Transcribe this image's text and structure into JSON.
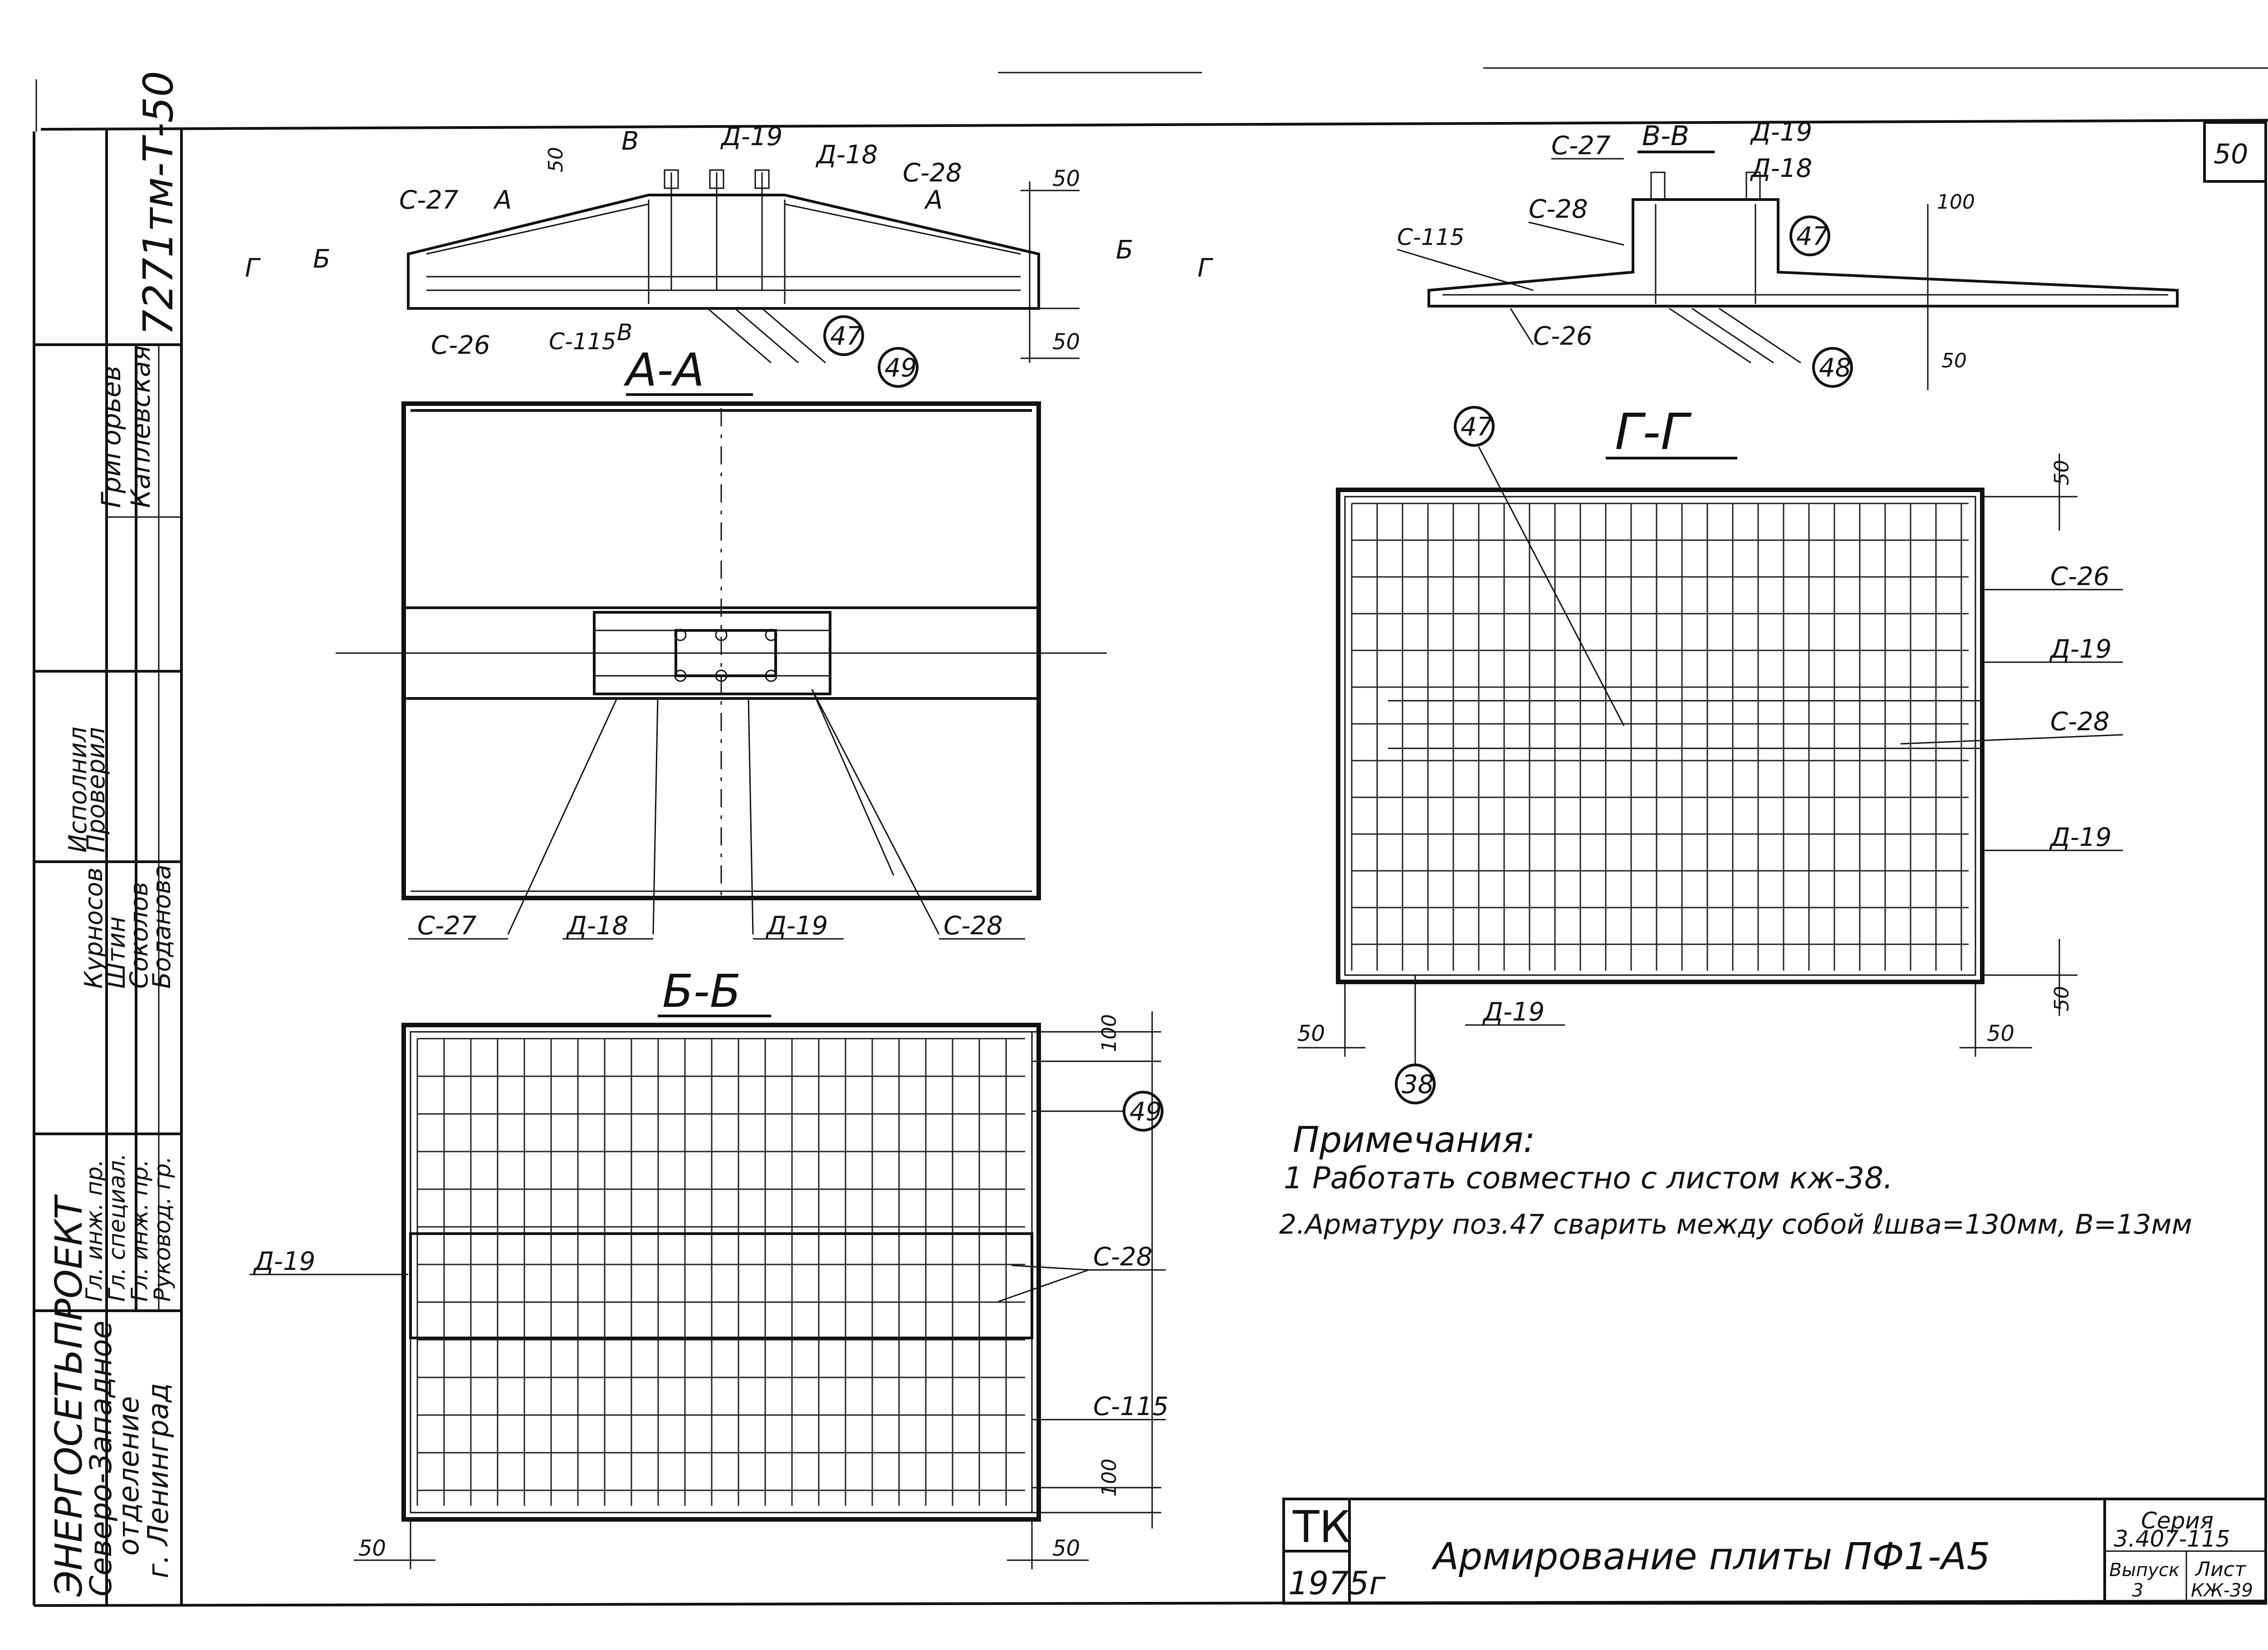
{
  "sheet": {
    "number": "50",
    "stamp": {
      "org": "ЭНЕРГОСЕТЬПРОЕКТ",
      "org_line2": "Северо-Западное",
      "org_line3": "отделение",
      "org_line4": "г. Ленинград",
      "roles": [
        "Гл. инж. пр.",
        "Гл. специал.",
        "Гл. инж. пр.",
        "Руковод. гр."
      ],
      "people": [
        "Курносов",
        "Штин",
        "Соколов",
        "Боданова"
      ],
      "role2": [
        "Исполнил",
        "Проверил"
      ],
      "people2": [
        "Григорьев",
        "Каплевская"
      ],
      "drawing_code": "7271тм-Т-50"
    }
  },
  "sections": {
    "aa_top": {
      "title": "А-А",
      "labels": [
        "С-27",
        "Д-19",
        "Д-18",
        "С-28",
        "С-26",
        "С-115",
        "А",
        "А",
        "Б",
        "Б",
        "Г",
        "Г",
        "В",
        "В",
        "50",
        "50",
        "50"
      ],
      "callouts": [
        "47",
        "49"
      ]
    },
    "vv": {
      "title": "В-В",
      "labels": [
        "С-27",
        "Д-19",
        "Д-18",
        "С-28",
        "С-115",
        "С-26",
        "100",
        "50"
      ],
      "callouts": [
        "47",
        "48"
      ]
    },
    "aa_plan": {
      "labels": [
        "С-27",
        "Д-18",
        "Д-19",
        "С-28"
      ]
    },
    "bb": {
      "title": "Б-Б",
      "labels": [
        "Д-19",
        "С-28",
        "С-115",
        "100",
        "100",
        "50",
        "50"
      ],
      "callouts": [
        "49"
      ]
    },
    "gg": {
      "title": "Г-Г",
      "labels": [
        "С-26",
        "Д-19",
        "С-28",
        "Д-19",
        "Д-19",
        "50",
        "50",
        "50",
        "50"
      ],
      "callouts": [
        "47",
        "38"
      ]
    }
  },
  "notes": {
    "heading": "Примечания:",
    "items": [
      "1 Работать совместно с листом кж-38.",
      "2.Арматуру поз.47 сварить между собой ℓшва=130мм, В=13мм"
    ]
  },
  "title_block": {
    "code": "ТК",
    "year": "1975г",
    "title": "Армирование   плиты   ПФ1-А5",
    "series_label": "Серия",
    "series": "3.407-115",
    "issue_label": "Выпуск",
    "issue": "3",
    "sheet_label": "Лист",
    "sheet": "КЖ-39"
  }
}
